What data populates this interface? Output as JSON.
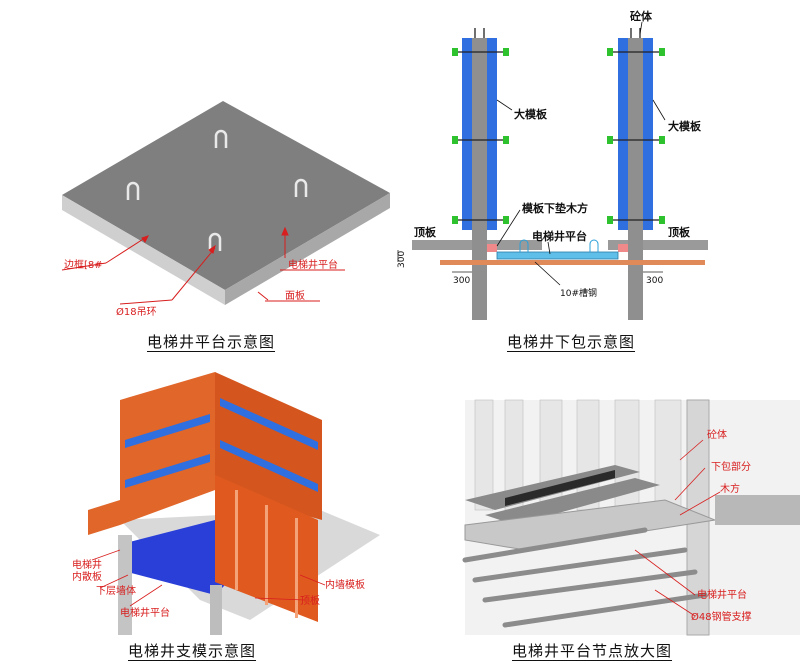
{
  "panels": {
    "platform": {
      "caption": "电梯井平台示意图",
      "labels": {
        "frame": "边框[8#",
        "ring": "Ø18吊环",
        "platform": "电梯井平台",
        "panel": "面板"
      }
    },
    "lower_wrap": {
      "caption": "电梯井下包示意图",
      "labels": {
        "concrete": "砼体",
        "big_form_left": "大模板",
        "big_form_right": "大模板",
        "timber": "模板下垫木方",
        "platform": "电梯井平台",
        "slab_left": "顶板",
        "slab_right": "顶板",
        "dim_300_v": "300",
        "dim_300_left": "300",
        "dim_300_right": "300",
        "channel": "10#槽钢"
      }
    },
    "formwork": {
      "caption": "电梯井支模示意图",
      "labels": {
        "inner_panel": "电梯井\n内散板",
        "lower_wall": "下层墙体",
        "platform": "电梯井平台",
        "inner_form": "内墙模板",
        "slab": "顶板"
      }
    },
    "detail": {
      "caption": "电梯井平台节点放大图",
      "labels": {
        "concrete": "砼体",
        "lower_part": "下包部分",
        "timber": "木方",
        "platform": "电梯井平台",
        "pipe": "Ø48钢管支撑"
      }
    }
  },
  "colors": {
    "red_label": "#d81e1e",
    "form_blue": "#2f6fe0",
    "form_orange": "#e0662a",
    "platform_gray": "#8c8c8c"
  }
}
